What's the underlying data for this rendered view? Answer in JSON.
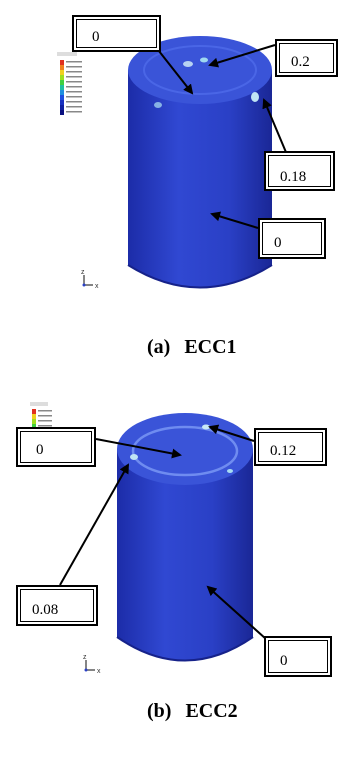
{
  "figure": {
    "panels": [
      {
        "id": "a",
        "caption_label": "(a)",
        "caption_name": "ECC1",
        "callouts": [
          "0",
          "0.2",
          "0.18",
          "0"
        ]
      },
      {
        "id": "b",
        "caption_label": "(b)",
        "caption_name": "ECC2",
        "callouts": [
          "0",
          "0.12",
          "0.08",
          "0"
        ]
      }
    ],
    "colors": {
      "cylinder": "#2b3fc4",
      "cylinder_dark": "#1a2a9a",
      "cylinder_top": "#3550d6",
      "hotspot": "#9fd8f0",
      "arrow": "#000000"
    }
  }
}
